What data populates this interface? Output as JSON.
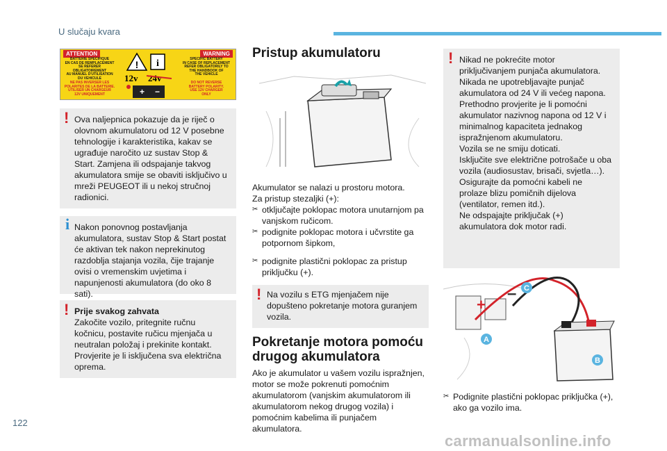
{
  "header": {
    "title": "U slučaju kvara",
    "accent_color": "#5ab4e0"
  },
  "page_number": "122",
  "watermark": "carmanualsonline.info",
  "sticker": {
    "attention": "ATTENTION",
    "warning": "WARNING",
    "fr_top": "BATTERIE SPECIFIQUE\nEN CAS DE REMPLACEMENT\nSE REFERER OBLIGATOIREMENT\nAU MANUEL D'UTILISATION\nDU VEHICULE",
    "en_top": "SPECIFIC BATTERY\nIN CASE OF REPLACEMENT\nREFER OBLIGATORILY TO\nTHE HANDBOOK OF\nTHE VEHICLE",
    "fr_bottom": "NE PAS INVERSER LES\nPOLARITES DE LA BATTERIE.\nUTILISER UN CHARGEUR\n12V UNIQUEMENT",
    "en_bottom": "DO NOT REVERSE\nBATTERY POLARITY.\nUSE 12V CHARGER\nONLY",
    "v12": "12v",
    "v24": "24v"
  },
  "left_col": {
    "warning1": "Ova naljepnica pokazuje da je riječ o olovnom akumulatoru od 12 V posebne tehnologije i karakteristika, kakav se ugrađuje naročito uz sustav Stop & Start. Zamjena ili odspajanje takvog akumulatora smije se obaviti isključivo u mreži PEUGEOT ili u nekoj stručnoj radionici.",
    "info1": "Nakon ponovnog postavljanja akumulatora, sustav Stop & Start postat će aktivan tek nakon neprekinutog razdoblja stajanja vozila, čije trajanje ovisi o vremenskim uvjetima i napunjenosti akumulatora (do oko 8 sati).",
    "warning2_title": "Prije svakog zahvata",
    "warning2": "Zakočite vozilo, pritegnite ručnu kočnicu, postavite ručicu mjenjača u neutralan položaj i prekinite kontakt.\nProvjerite je li isključena sva električna oprema."
  },
  "mid_col": {
    "title1": "Pristup akumulatoru",
    "intro": "Akumulator se nalazi u prostoru motora.\nZa pristup stezaljki (+):",
    "bullets": [
      "otključajte poklopac motora unutarnjom pa vanjskom ručicom.",
      "podignite poklopac motora i učvrstite ga potpornom šipkom,",
      "podignite plastični poklopac za pristup priključku (+)."
    ],
    "warning3": "Na vozilu s ETG mjenjačem nije dopušteno pokretanje motora guranjem vozila.",
    "title2_line1": "Pokretanje motora pomoću",
    "title2_line2": "drugog akumulatora",
    "para2": "Ako je akumulator u vašem vozilu ispražnjen, motor se može pokrenuti pomoćnim akumulatorom (vanjskim akumulatorom ili akumulatorom nekog drugog vozila) i pomoćnim kabelima ili punjačem akumulatora."
  },
  "right_col": {
    "warning4": "Nikad ne pokrećite motor priključivanjem punjača akumulatora.\nNikada ne upotrebljavajte punjač akumulatora od 24 V ili većeg napona.\nPrethodno provjerite je li pomoćni akumulator nazivnog napona od 12 V i minimalnog kapaciteta jednakog ispražnjenom akumulatoru.\nVozila se ne smiju doticati.\nIsključite sve električne potrošače u oba vozila (audiosustav, brisači, svjetla…).\nOsigurajte da pomoćni kabeli ne prolaze blizu pomičnih dijelova (ventilator, remen itd.).\nNe odspajajte priključak (+) akumulatora dok motor radi.",
    "label_a": "A",
    "label_b": "B",
    "label_c": "C",
    "bullet": "Podignite plastični poklopac priključka (+), ako ga vozilo ima."
  },
  "symbols": {
    "bullet": "✂",
    "warn": "!",
    "info": "i"
  }
}
